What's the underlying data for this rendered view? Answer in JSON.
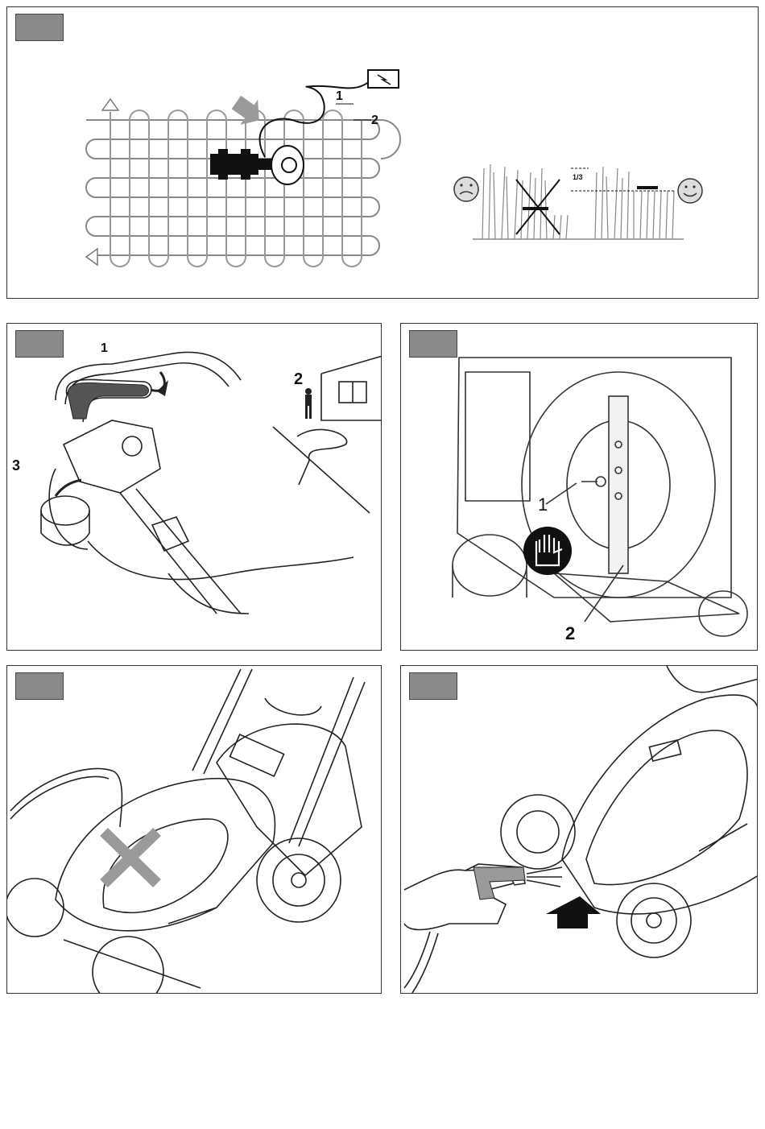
{
  "panels": {
    "mowing_pattern": {
      "callouts": [
        "1",
        "2"
      ]
    },
    "cut_height": {
      "fraction_label": "1/3"
    },
    "start_switch": {
      "callouts": [
        "1",
        "2",
        "3"
      ]
    },
    "blade_removal": {
      "callouts": [
        "1",
        "2"
      ]
    },
    "no_water": {},
    "air_cleaning": {}
  }
}
